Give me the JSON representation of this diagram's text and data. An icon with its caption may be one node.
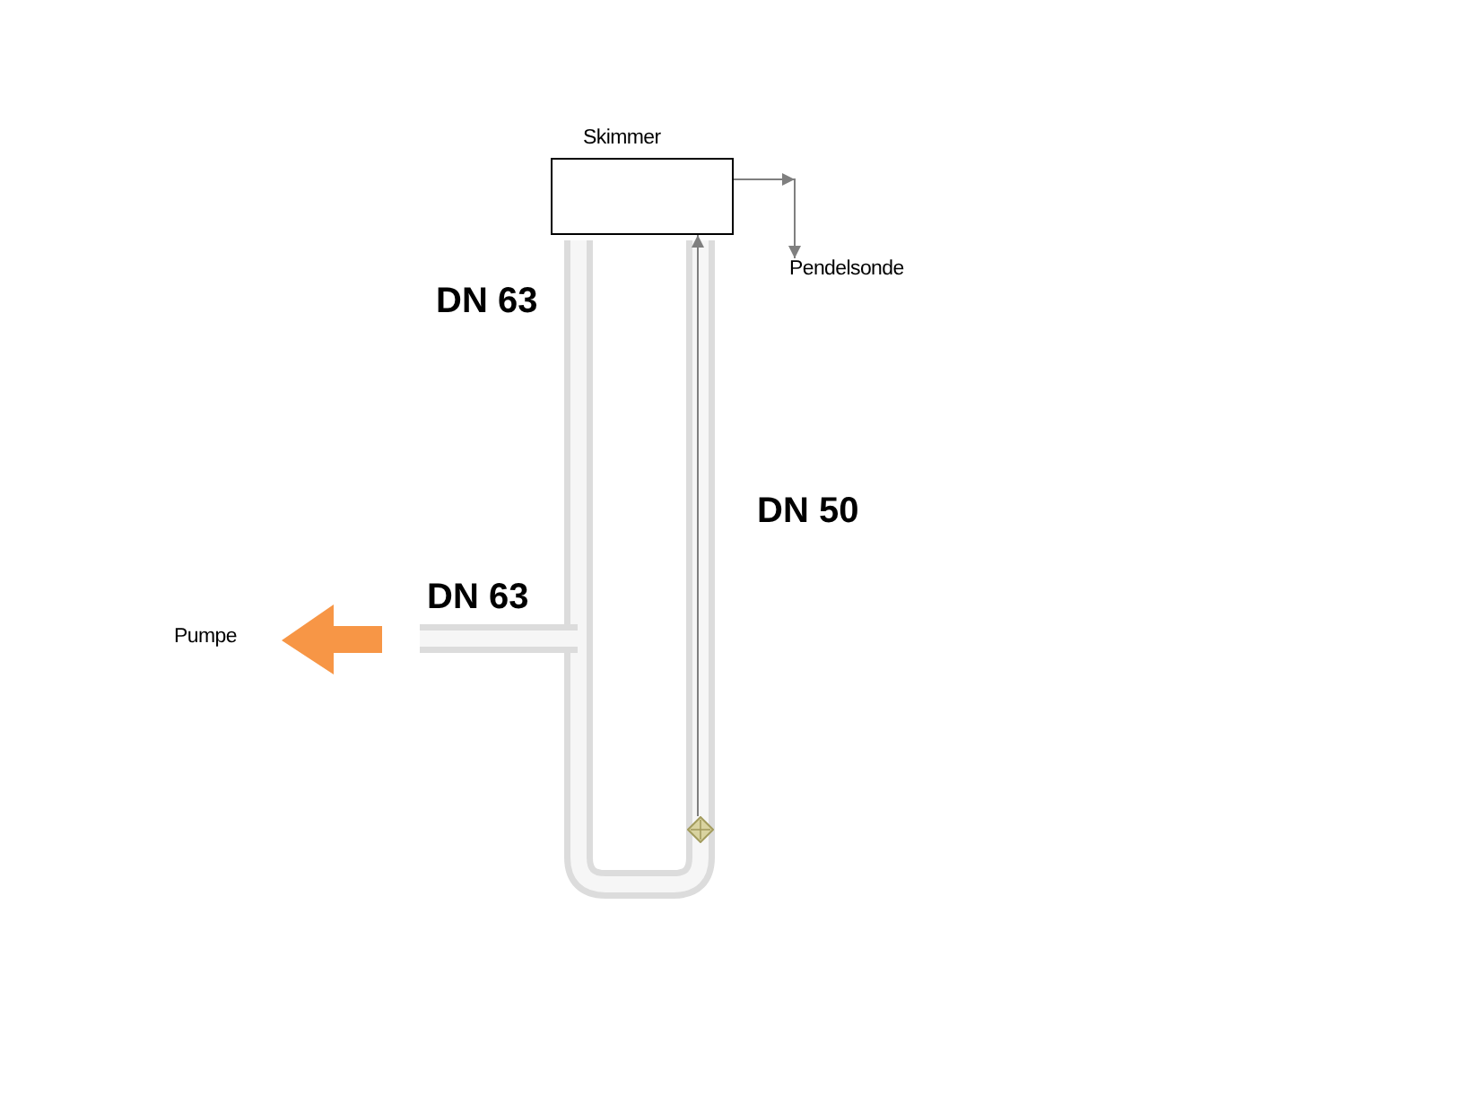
{
  "diagram": {
    "nodes": [
      {
        "text": [
          "Skimmer"
        ]
      },
      {
        "text": [
          "Pendelsonde"
        ]
      },
      {
        "text": [],
        "shape": "diamond"
      }
    ],
    "edges": [
      {
        "from": 2,
        "to": 0,
        "arrow": "to"
      },
      {
        "from": 0,
        "to": 1,
        "arrow": "to"
      }
    ],
    "labels": [
      "DN 63",
      "DN 50",
      "DN 63",
      "Pumpe"
    ]
  }
}
